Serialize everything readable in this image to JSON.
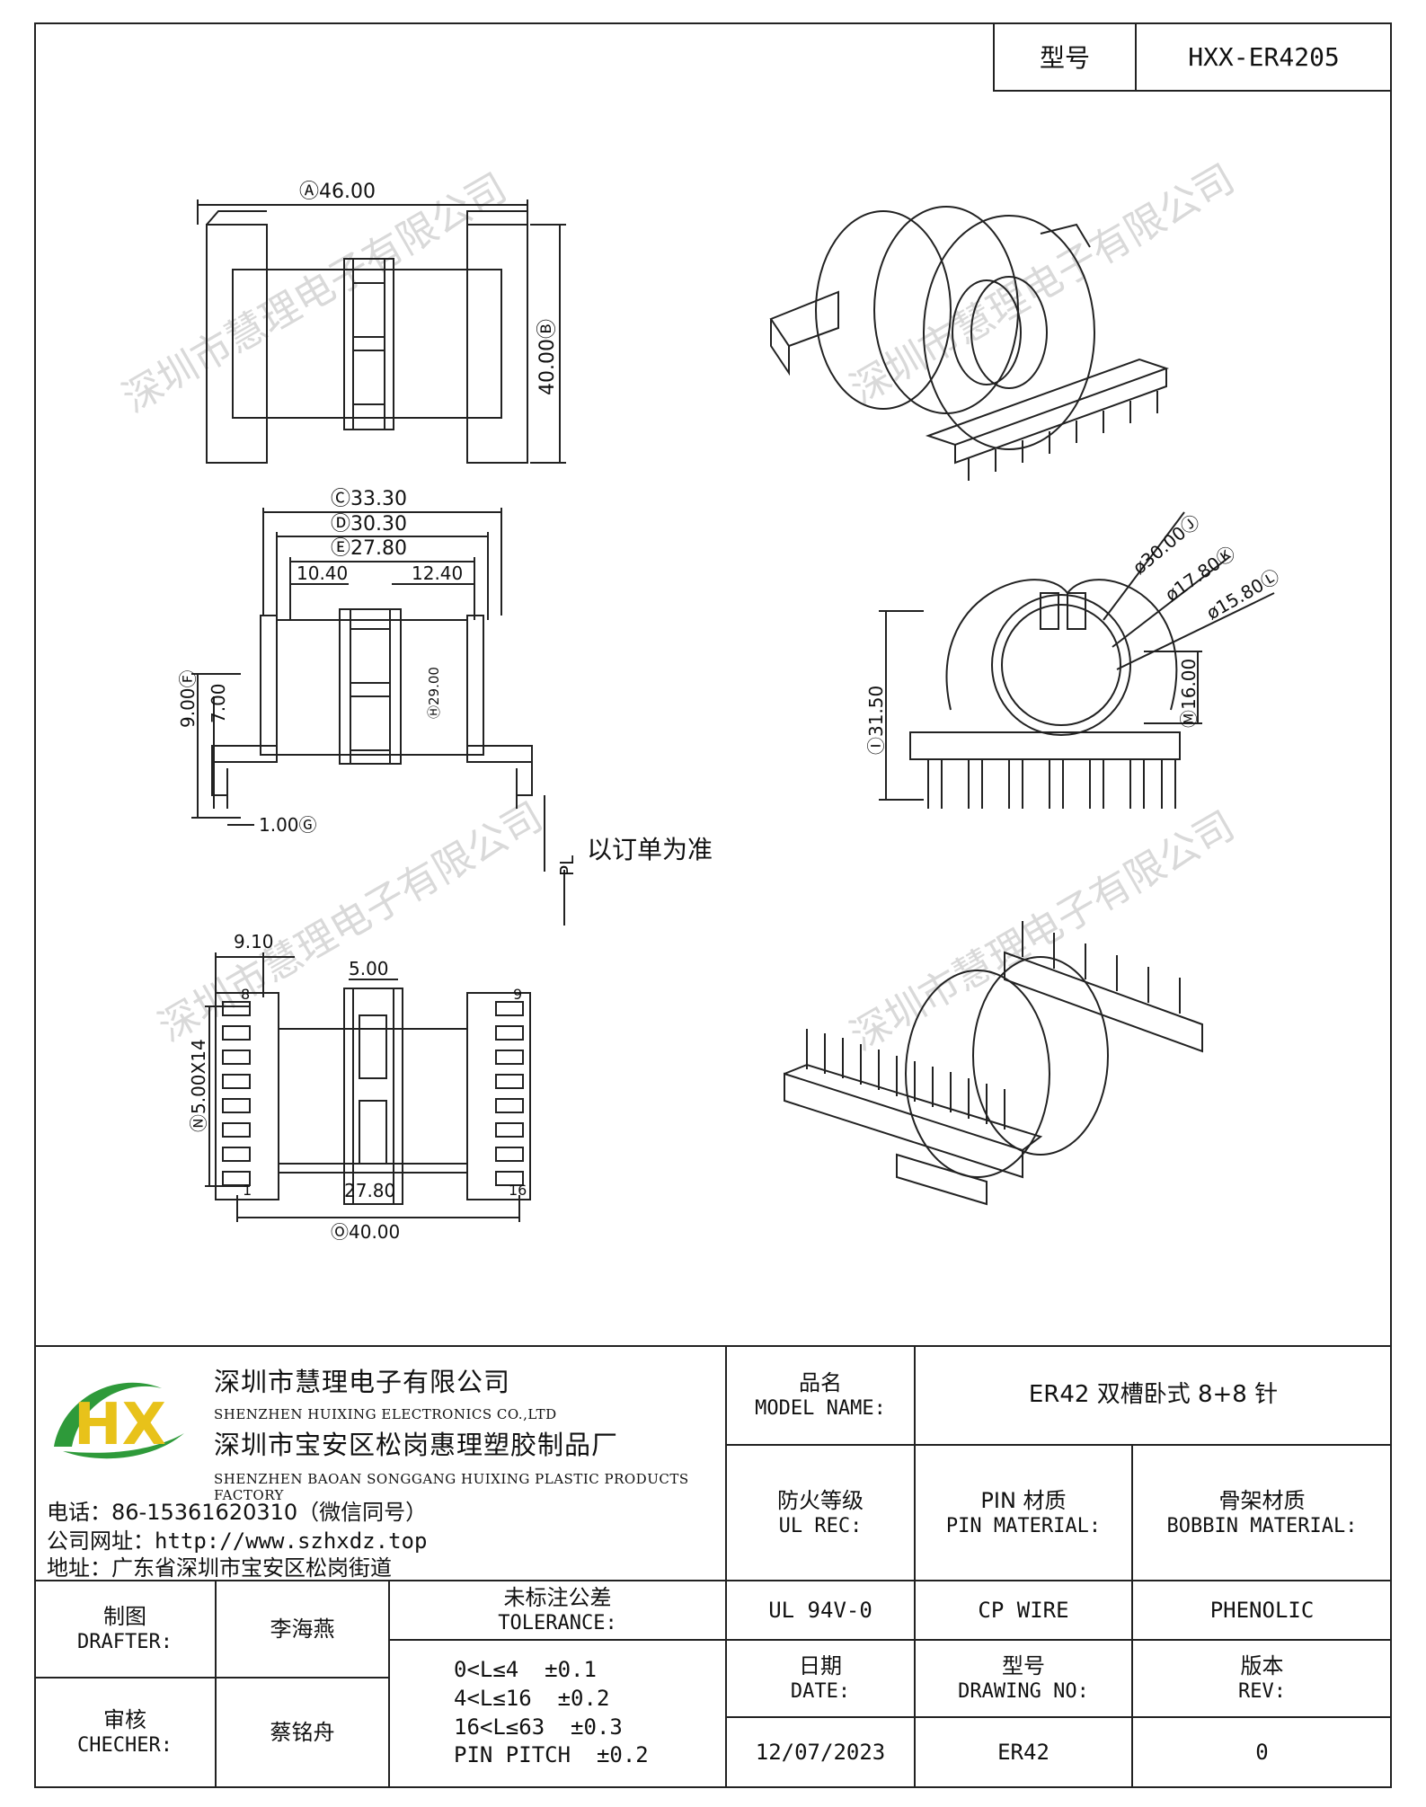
{
  "header": {
    "model_label": "型号",
    "model_value": "HXX-ER4205"
  },
  "drawing": {
    "dims": {
      "A": "Ⓐ46.00",
      "B": "40.00Ⓑ",
      "C": "Ⓒ33.30",
      "D": "Ⓓ30.30",
      "E": "Ⓔ27.80",
      "w1": "10.40",
      "w2": "12.40",
      "F": "9.00Ⓕ",
      "h7": "7.00",
      "H": "Ⓗ29.00",
      "G": "1.00Ⓖ",
      "PL": "PL",
      "note": "以订单为准",
      "J": "ø30.00Ⓙ",
      "K": "ø17.80Ⓚ",
      "L": "ø15.80Ⓛ",
      "I": "Ⓘ31.50",
      "M": "Ⓜ16.00",
      "w9": "9.10",
      "w5": "5.00",
      "pitch": "Ⓝ5.00X14",
      "w278": "27.80",
      "O": "Ⓞ40.00",
      "p8": "8",
      "p9": "9",
      "p1": "1",
      "p16": "16"
    },
    "watermark": "深圳市慧理电子有限公司"
  },
  "titleblock": {
    "company_cn": "深圳市慧理电子有限公司",
    "company_en": "SHENZHEN HUIXING ELECTRONICS CO.,LTD",
    "factory_cn": "深圳市宝安区松岗惠理塑胶制品厂",
    "factory_en": "SHENZHEN BAOAN SONGGANG HUIXING PLASTIC PRODUCTS FACTORY",
    "phone": "电话：86-15361620310（微信同号）",
    "website": "公司网址：http://www.szhxdz.top",
    "address": "地址：广东省深圳市宝安区松岗街道",
    "model_name_cn": "品名",
    "model_name_en": "MODEL NAME:",
    "model_name_value": "ER42 双槽卧式 8+8 针",
    "ul_cn": "防火等级",
    "ul_en": "UL REC:",
    "pin_cn": "PIN 材质",
    "pin_en": "PIN MATERIAL:",
    "bobbin_cn": "骨架材质",
    "bobbin_en": "BOBBIN MATERIAL:",
    "drafter_cn": "制图",
    "drafter_en": "DRAFTER:",
    "drafter_name": "李海燕",
    "tolerance_cn": "未标注公差",
    "tolerance_en": "TOLERANCE:",
    "ul_value": "UL 94V-0",
    "pin_value": "CP WIRE",
    "bobbin_value": "PHENOLIC",
    "checker_cn": "审核",
    "checker_en": "CHECHER:",
    "checker_name": "蔡铭舟",
    "tol_1": "0<L≤4  ±0.1",
    "tol_2": "4<L≤16  ±0.2",
    "tol_3": "16<L≤63  ±0.3",
    "tol_4": "PIN PITCH  ±0.2",
    "date_cn": "日期",
    "date_en": "DATE:",
    "drawing_no_cn": "型号",
    "drawing_no_en": "DRAWING NO:",
    "rev_cn": "版本",
    "rev_en": "REV:",
    "date_value": "12/07/2023",
    "drawing_no_value": "ER42",
    "rev_value": "0"
  },
  "logo": {
    "letters": "HX",
    "green": "#2e9a3a",
    "yellow": "#e8c21a"
  }
}
